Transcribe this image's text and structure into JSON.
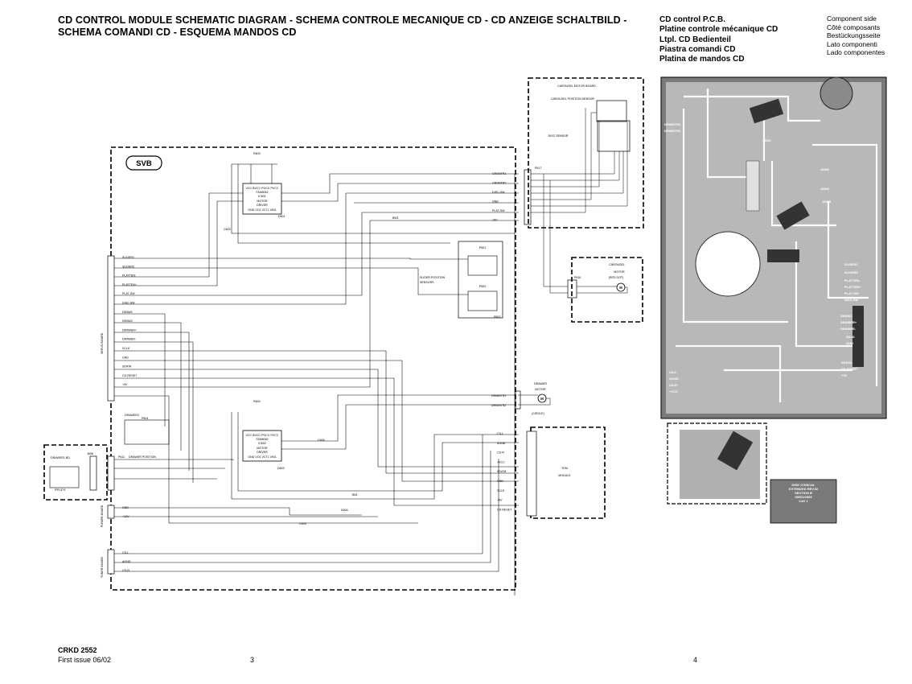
{
  "header": {
    "title_line1": "CD CONTROL MODULE SCHEMATIC DIAGRAM - SCHEMA CONTROLE  MECANIQUE CD - CD ANZEIGE SCHALTBILD  -",
    "title_line2": "SCHEMA COMANDI  CD - ESQUEMA MANDOS  CD",
    "pcb_title": [
      "CD control P.C.B.",
      "Platine controle mécanique CD",
      "Ltpl. CD Bedienteil",
      "Piastra comandi CD",
      "Platina de mandos CD"
    ],
    "side_list": [
      "Component side",
      "Côté composants",
      "Bestückungsseite",
      "Lato componenti",
      "Lado componentes"
    ]
  },
  "footer": {
    "model": "CRKD 2552",
    "issue": "First issue 06/02",
    "page_left": "3",
    "page_right": "4"
  },
  "schematic": {
    "svb_label": "SVB",
    "blocks": {
      "carousel_motor_board": "CAROUSEL MOTOR BOARD",
      "carousel_position_sensor": "CAROUSEL POSITION SENSOR",
      "disc_sensor": "DISC SENSOR",
      "carousel_motor": [
        "CAROUSEL",
        "MOTOR",
        "(RED DOT)"
      ],
      "drawer_motor": [
        "DRAWER",
        "MOTOR",
        "(CIRCLE)"
      ],
      "slider_position_sensors": [
        "SLIDER POSITION",
        "SENSORS"
      ],
      "drawer_position": "DRAWER POSITION",
      "drawer1_bd": "DRAWER1 BD",
      "drawer2": "DRAWER2",
      "tdm_module": [
        "TDM",
        "MODULE"
      ]
    },
    "ics": [
      {
        "ref": "IC601",
        "lines": [
          "VCC  BVCC  PGCC PVCC",
          "FAN8082",
          "IC601",
          "MOTOR",
          "DRIVER",
          "GND  VO1  VCTL  VIN1"
        ]
      },
      {
        "ref": "IC602",
        "lines": [
          "VCC  BVCC  PGCC PVCC",
          "FAN8082",
          "IC602",
          "MOTOR",
          "DRIVER",
          "GND  VO1  VCTL  VIN1"
        ]
      }
    ],
    "connector_p606_signals": [
      "SLIDER1",
      "SLIDER2",
      "PLATTEN-",
      "PLATTEN+",
      "PLAT-SW",
      "DISC-SW",
      "DRAW1",
      "DRAW2",
      "DRAWER+",
      "DRAWER-",
      "SCLK",
      "GND",
      "SDATA",
      "CD-RESET",
      "+5V"
    ],
    "connector_p608_signals": [
      "CRSMTR1",
      "CRSMTR2",
      "DISC-SW",
      "GND",
      "PLAT-SW",
      "+5V"
    ],
    "connector_p605_signals": [
      "CD-L",
      "AGND",
      "CD-R",
      "+VCC",
      "SDATA",
      "GND",
      "SCLK",
      "+5V",
      "CD-RESET"
    ],
    "connector_p610_signals": [
      "CD-L",
      "AGND",
      "CD-R"
    ],
    "connector_p607_signals": [
      "GND",
      "+12V"
    ],
    "drawer_motor_pins": [
      "DRWMTR1",
      "DRWMTR2"
    ],
    "refs": {
      "r603": "R603",
      "r604": "R604",
      "d601": "D601",
      "d603": "D603",
      "d604": "D604",
      "c603": "C603",
      "c604": "C604",
      "c605": "C605",
      "j601": "J601",
      "j608": "J608",
      "bw1": "BW1",
      "p601": "P601",
      "p602": "P602",
      "p603": "P603",
      "p604": "P604",
      "p611": "P611",
      "p616": "P616",
      "p617": "P617",
      "rpi574": "RPI-574"
    },
    "side_labels": [
      "SERVO BOARD",
      "POWER BOARD",
      "TUNER BOARD"
    ]
  },
  "pcb": {
    "labels": [
      "DRWMTR1",
      "DRWMTR2",
      "SLIDER1",
      "SLIDER2",
      "PLATTEN-",
      "PLATTEN+",
      "PLAT-SW",
      "DISC-SW",
      "DRAW1",
      "DRAWER+",
      "DRAWER-",
      "SCLK",
      "GND",
      "SDATA",
      "CD-RESET",
      "+5V",
      "CD-L",
      "AGND",
      "CD-R",
      "+VCC",
      "J8001",
      "J8002",
      "J8003",
      "J8005"
    ],
    "sensor_board_text": [
      "DISK CONICAL",
      "EXTENDED REV.02",
      "SECTION B",
      "38001/2565",
      "CAV 1"
    ]
  }
}
